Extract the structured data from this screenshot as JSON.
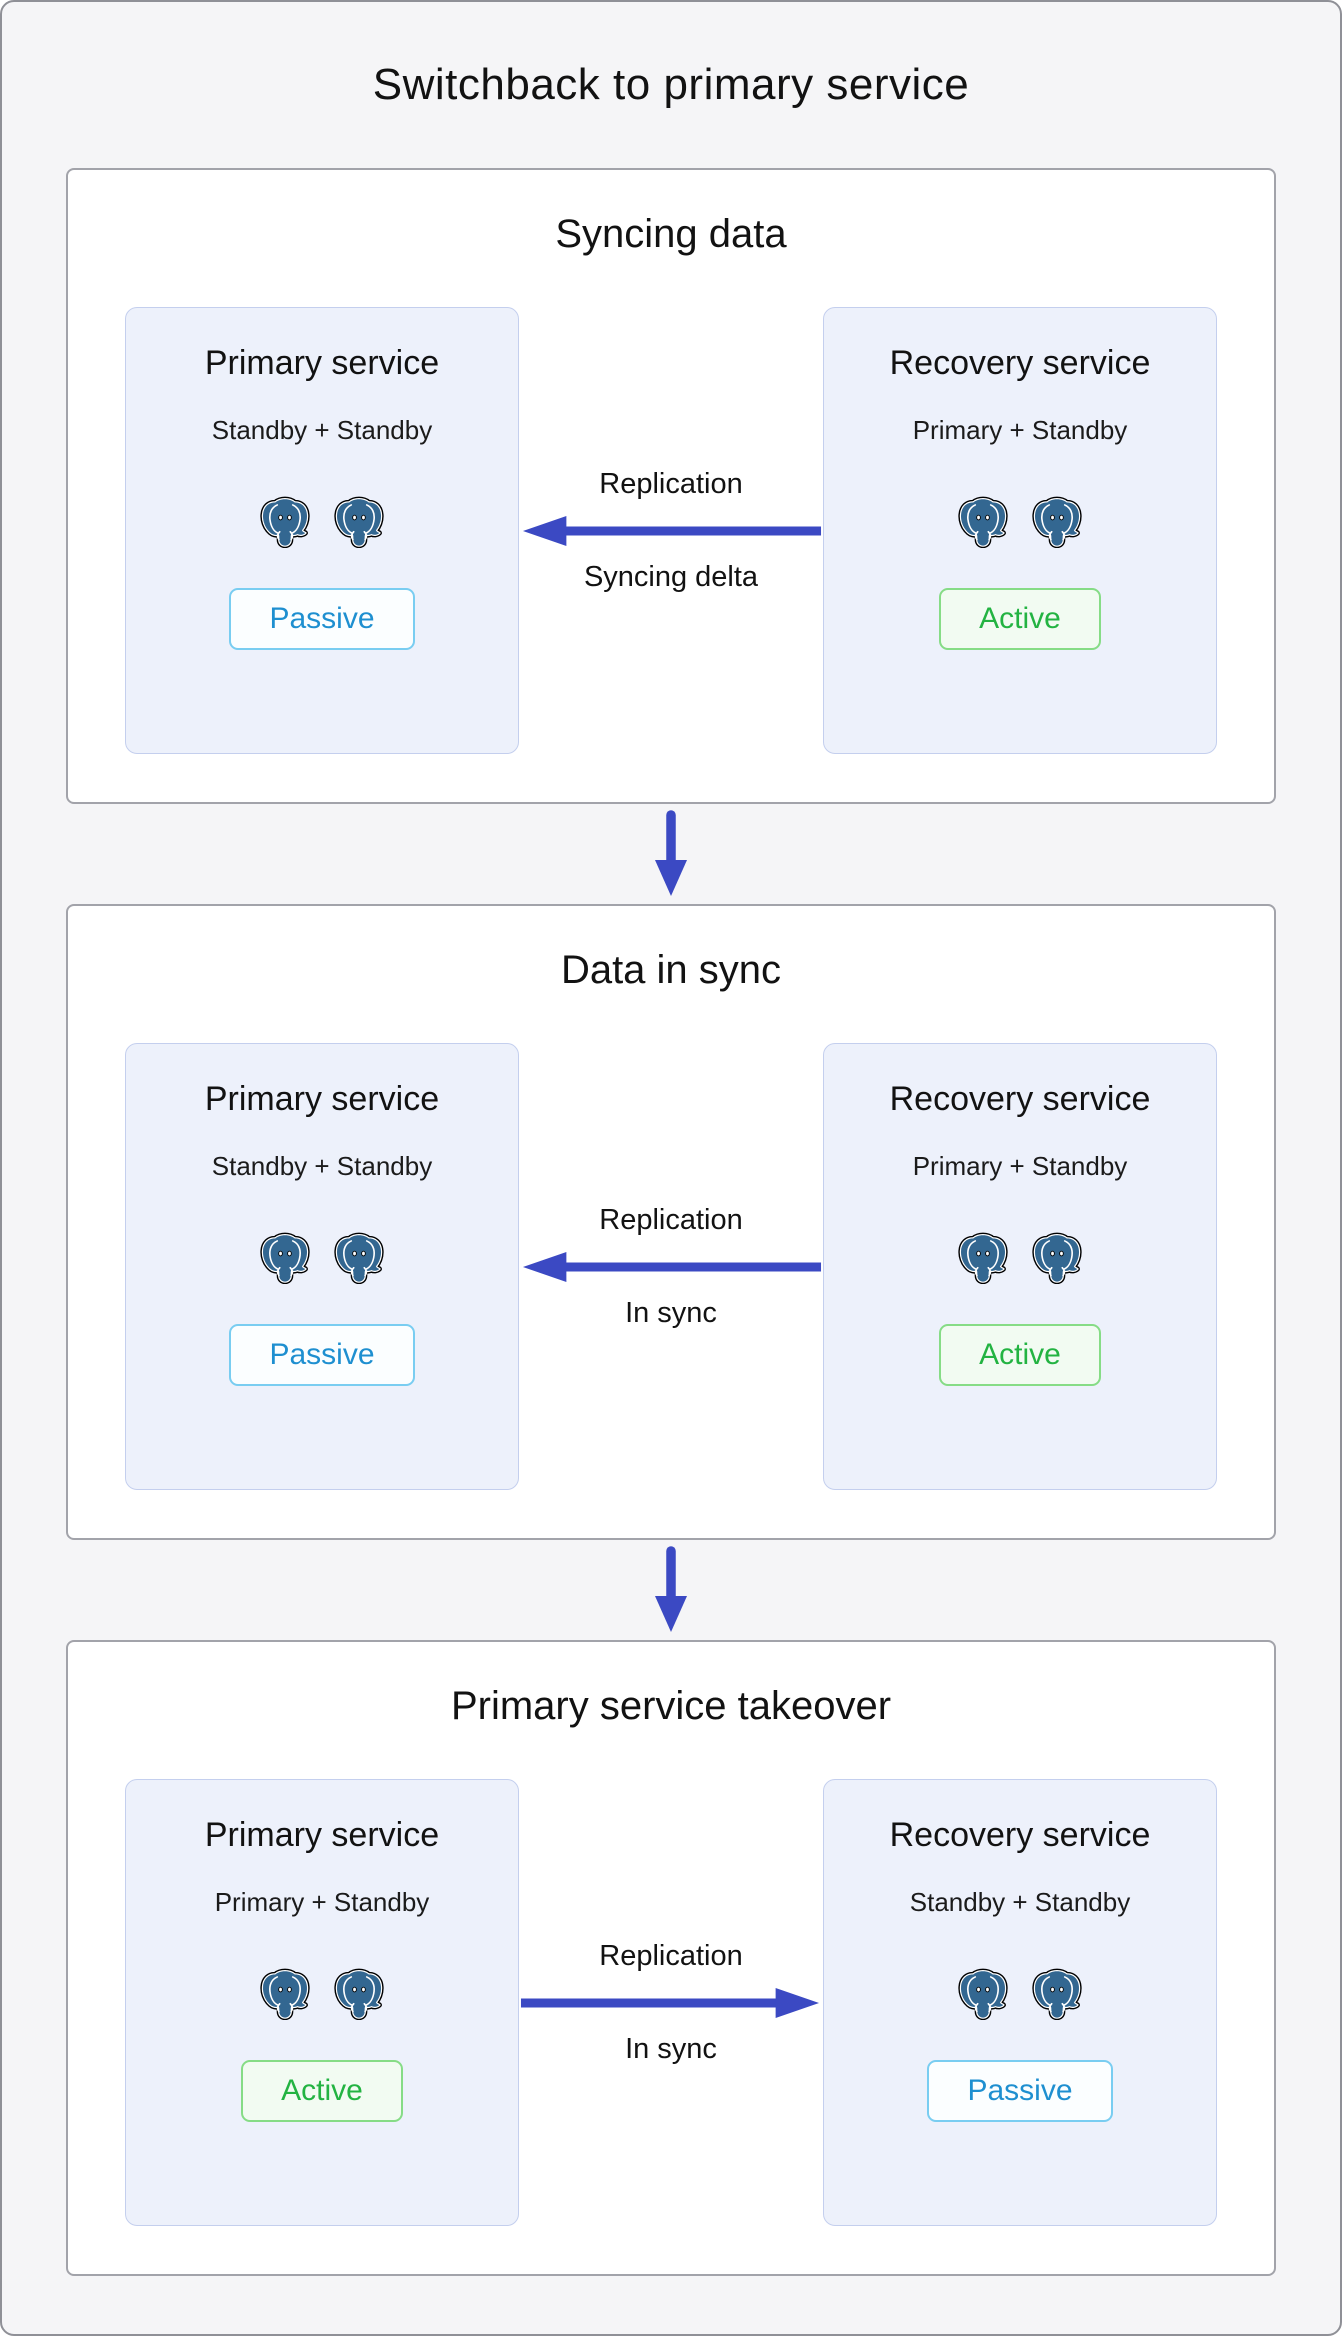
{
  "title": "Switchback to primary service",
  "colors": {
    "arrow_blue": "#3b49c3",
    "passive_text": "#1e8fd0",
    "passive_border": "#79cdf1",
    "active_text": "#23b342",
    "active_border": "#86dc86",
    "card_bg": "#edf1fb",
    "card_border": "#c4cfee",
    "page_bg": "#f5f5f7",
    "elephant_blue": "#336791"
  },
  "icons": {
    "database_icon": "postgresql-elephant-icon",
    "flow_icons": [
      "replication-arrow-icon",
      "next-stage-arrow-icon"
    ]
  },
  "stages": [
    {
      "title": "Syncing data",
      "left_card": {
        "title": "Primary service",
        "subtitle": "Standby + Standby",
        "badge": "Passive"
      },
      "arrow": {
        "direction": "left",
        "label_top": "Replication",
        "label_bottom": "Syncing delta"
      },
      "right_card": {
        "title": "Recovery service",
        "subtitle": "Primary + Standby",
        "badge": "Active"
      }
    },
    {
      "title": "Data in sync",
      "left_card": {
        "title": "Primary service",
        "subtitle": "Standby + Standby",
        "badge": "Passive"
      },
      "arrow": {
        "direction": "left",
        "label_top": "Replication",
        "label_bottom": "In sync"
      },
      "right_card": {
        "title": "Recovery service",
        "subtitle": "Primary + Standby",
        "badge": "Active"
      }
    },
    {
      "title": "Primary service takeover",
      "left_card": {
        "title": "Primary service",
        "subtitle": "Primary + Standby",
        "badge": "Active"
      },
      "arrow": {
        "direction": "right",
        "label_top": "Replication",
        "label_bottom": "In sync"
      },
      "right_card": {
        "title": "Recovery service",
        "subtitle": "Standby + Standby",
        "badge": "Passive"
      }
    }
  ]
}
